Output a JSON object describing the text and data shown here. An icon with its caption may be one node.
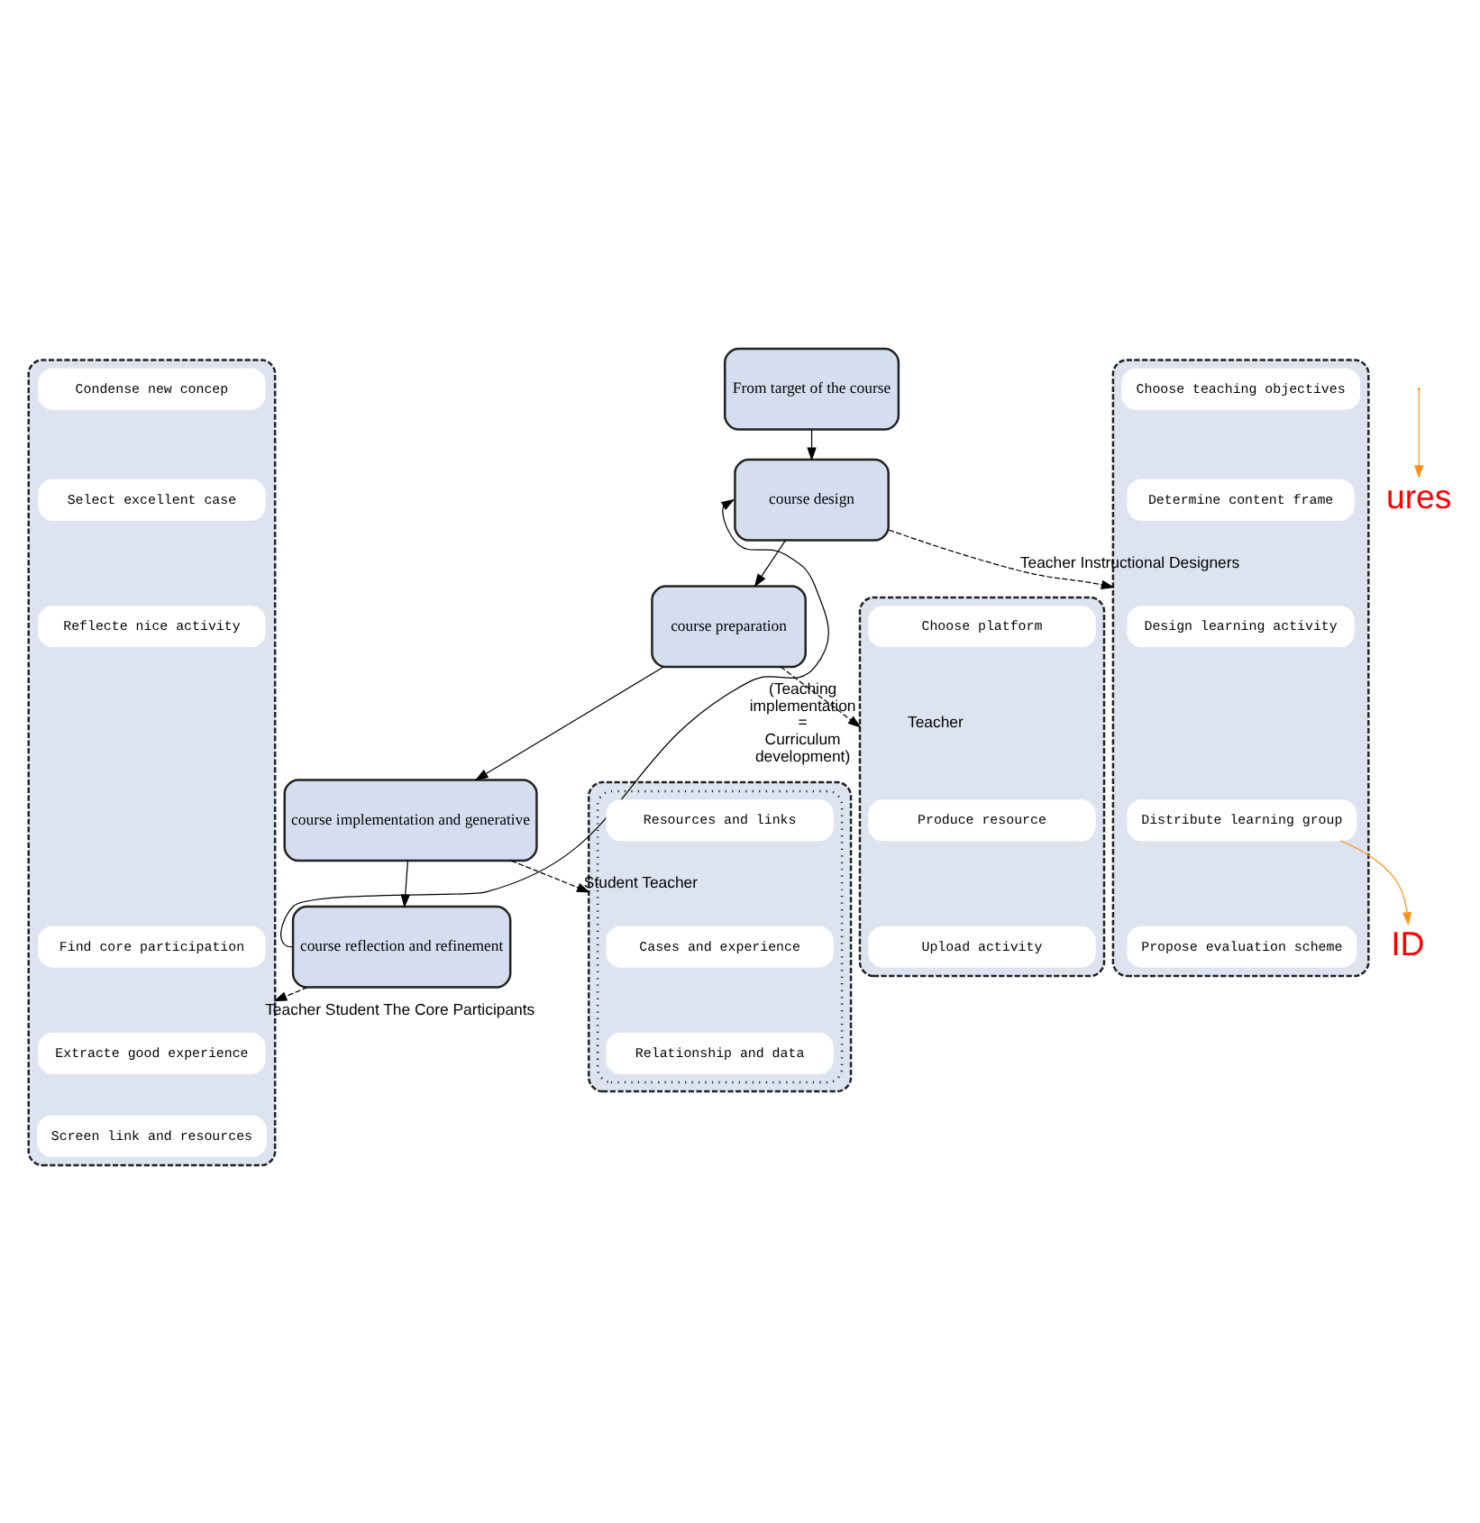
{
  "diagram": {
    "nodes": [
      {
        "text": [
          "From target of the course"
        ]
      },
      {
        "text": [
          "course design"
        ]
      },
      {
        "text": [
          "course preparation"
        ]
      },
      {
        "text": [
          "course implementation and generative"
        ]
      },
      {
        "text": [
          "course reflection and refinement"
        ]
      },
      {
        "text": [],
        "shape": "box"
      },
      {
        "text": [
          "Choose teaching objectives"
        ],
        "in": 5
      },
      {
        "text": [
          "Determine content frame"
        ],
        "in": 5
      },
      {
        "text": [
          "Design learning activity"
        ],
        "in": 5
      },
      {
        "text": [
          "Distribute learning group"
        ],
        "in": 5
      },
      {
        "text": [
          "Propose evaluation scheme"
        ],
        "in": 5
      },
      {
        "text": [],
        "shape": "box"
      },
      {
        "text": [
          "Choose platform"
        ],
        "in": 11
      },
      {
        "text": [
          "Produce resource"
        ],
        "in": 11
      },
      {
        "text": [
          "Upload activity"
        ],
        "in": 11
      },
      {
        "text": [],
        "shape": "box"
      },
      {
        "text": [],
        "shape": "box",
        "in": 15
      },
      {
        "text": [
          "Resources and links"
        ],
        "in": 16
      },
      {
        "text": [
          "Cases and experience"
        ],
        "in": 16
      },
      {
        "text": [
          "Relationship and data"
        ],
        "in": 16
      },
      {
        "text": [],
        "shape": "box"
      },
      {
        "text": [
          "Find core participation"
        ],
        "in": 20
      },
      {
        "text": [
          "Condense new concep"
        ],
        "in": 20
      },
      {
        "text": [
          "Extracte good experience"
        ],
        "in": 20
      },
      {
        "text": [
          "Select excellent case"
        ],
        "in": 20
      },
      {
        "text": [
          "Screen link and resources"
        ],
        "in": 20
      },
      {
        "text": [
          "Reflecte nice activity"
        ],
        "in": 20
      },
      {
        "text": [
          "ures"
        ]
      },
      {
        "text": [
          "ID"
        ]
      }
    ],
    "edges": [
      {
        "from": 0,
        "to": 1,
        "arrow": "to"
      },
      {
        "from": 1,
        "to": 2,
        "arrow": "to"
      },
      {
        "from": 2,
        "to": 3,
        "arrow": "to"
      },
      {
        "from": 3,
        "to": 4,
        "arrow": "to"
      },
      {
        "from": 4,
        "to": 1,
        "arrow": "to",
        "label": "(Teaching implementation = Curriculum development)"
      },
      {
        "from": 1,
        "to": 5,
        "arrow": "to",
        "style": "dashed",
        "label": "Teacher Instructional Designers"
      },
      {
        "from": 2,
        "to": 11,
        "arrow": "to",
        "style": "dashed",
        "label": "Teacher"
      },
      {
        "from": 3,
        "to": 15,
        "arrow": "to",
        "style": "dashed",
        "label": "Student Teacher"
      },
      {
        "from": 4,
        "to": 20,
        "arrow": "to",
        "style": "dashed",
        "label": "Teacher Student The Core Participants"
      },
      {
        "from": null,
        "to": 27,
        "arrow": "to",
        "color": "#f7941d"
      },
      {
        "from": 9,
        "to": 28,
        "arrow": "to",
        "color": "#f7941d"
      }
    ]
  }
}
